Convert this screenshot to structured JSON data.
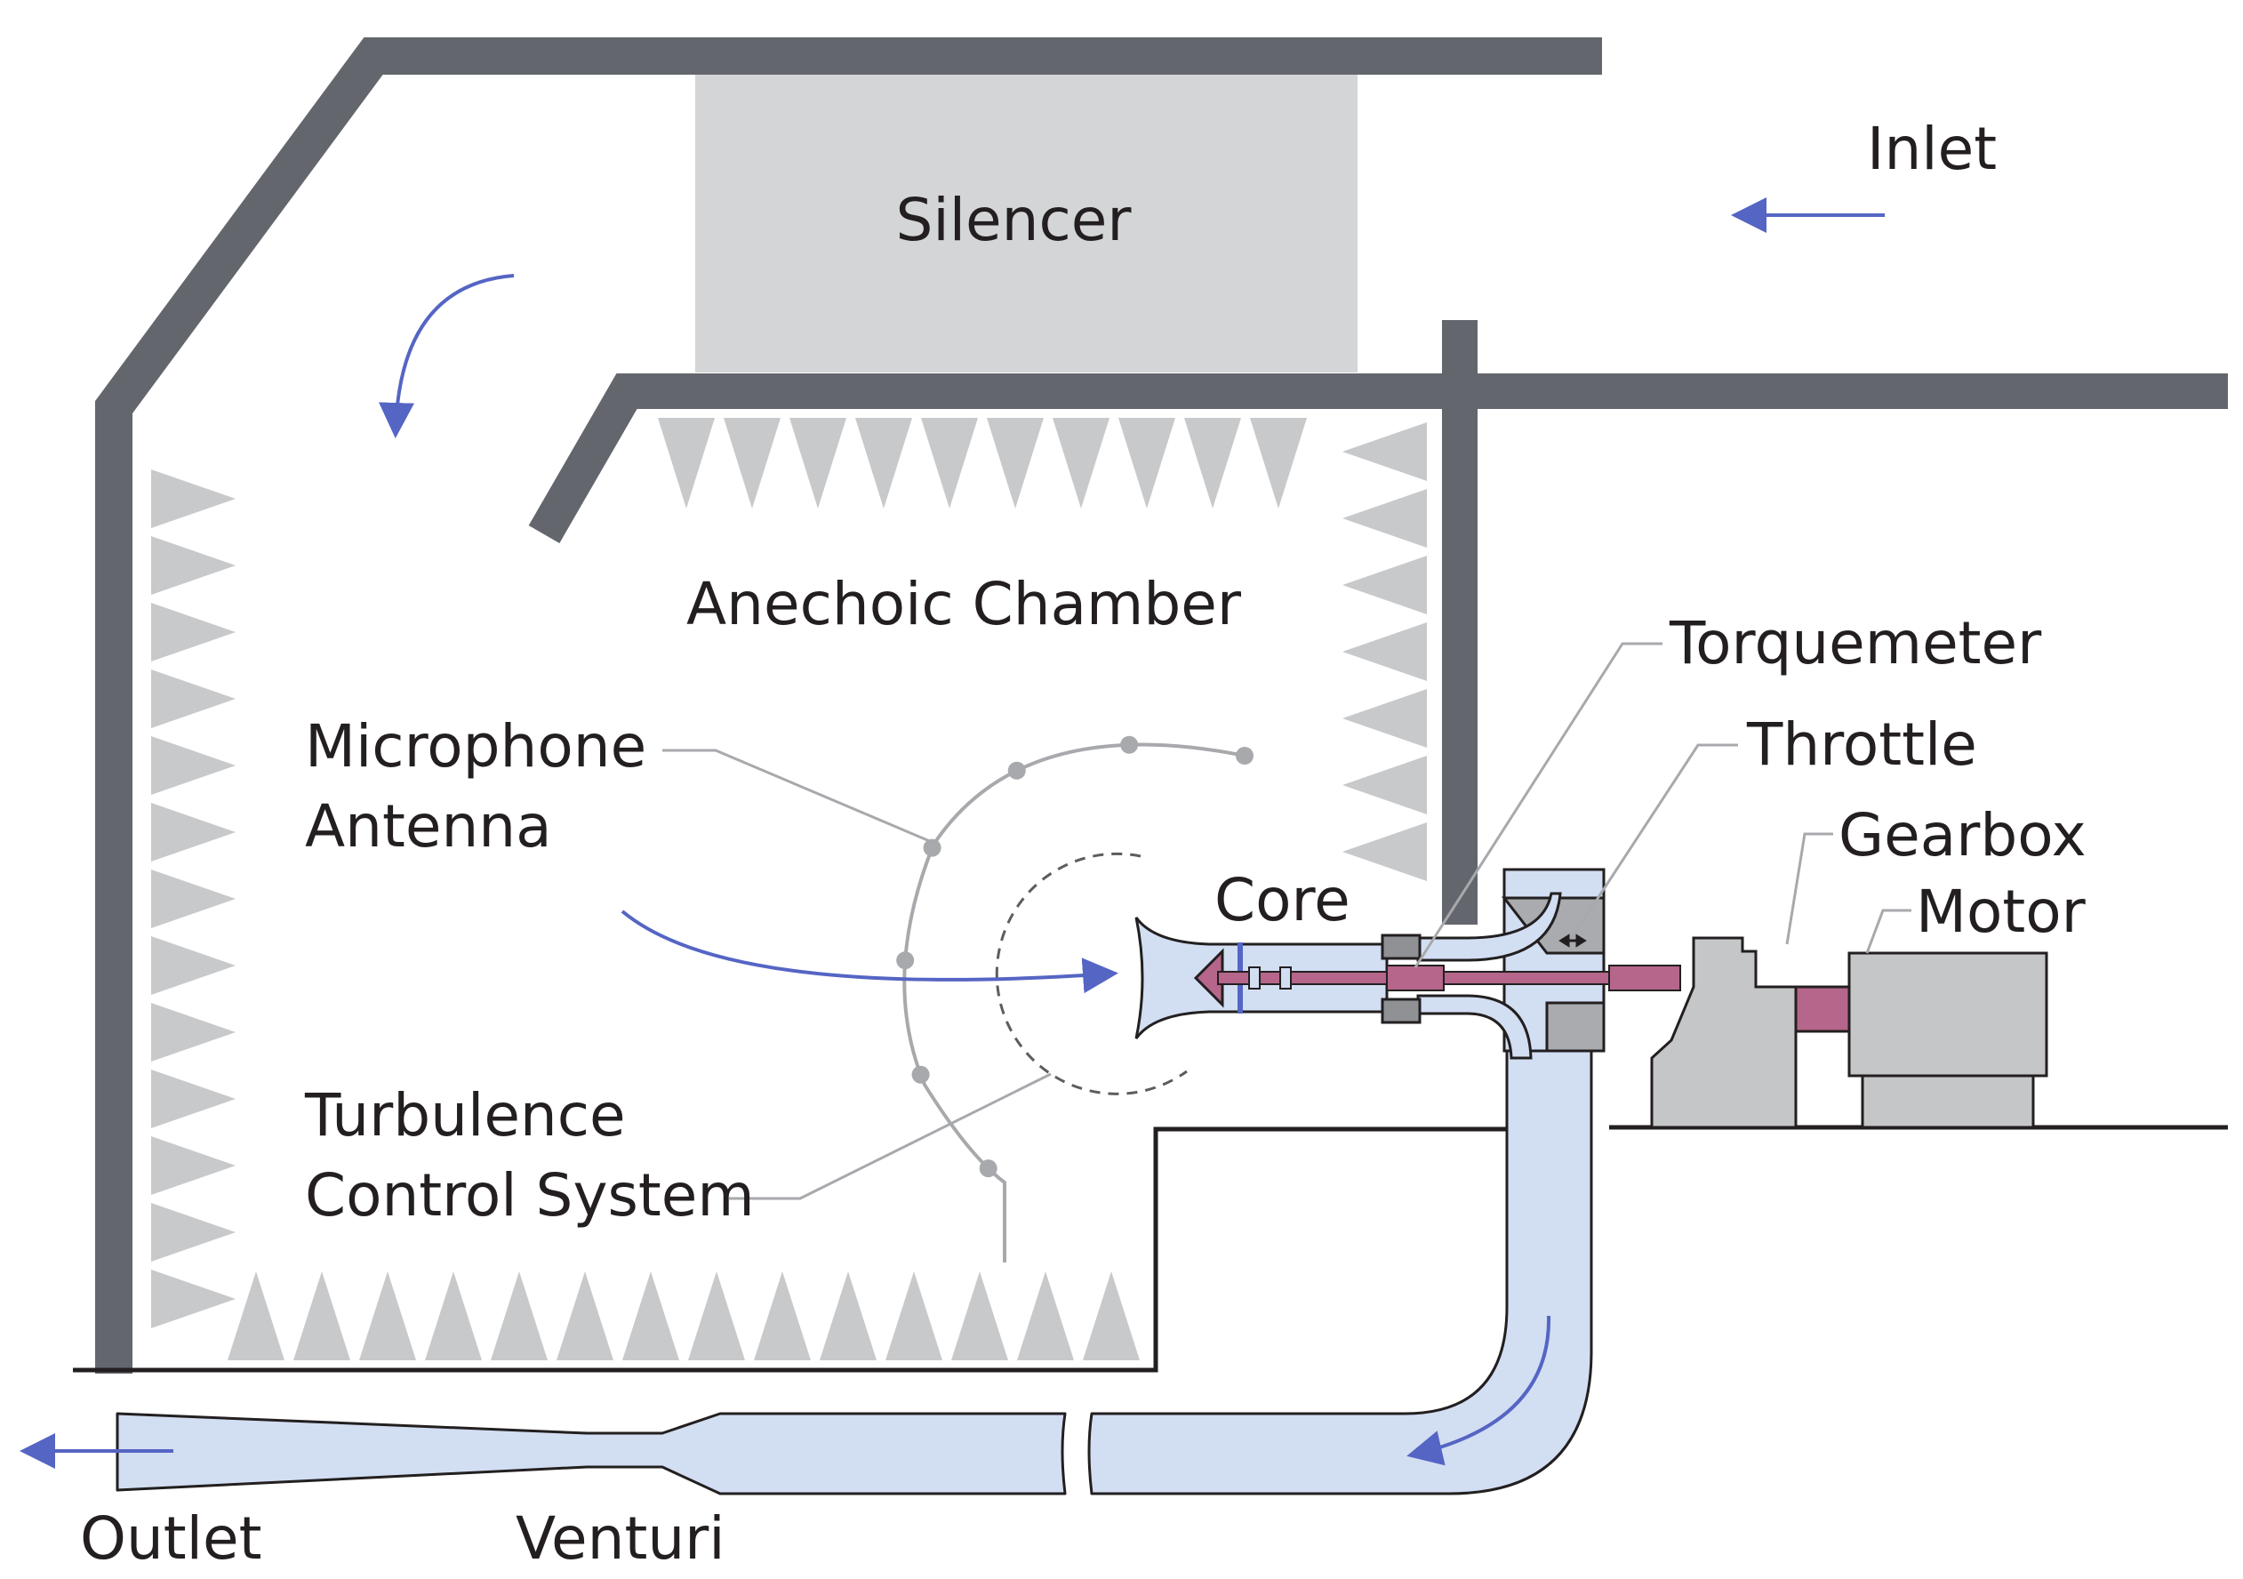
{
  "labels": {
    "silencer": "Silencer",
    "inlet": "Inlet",
    "anechoic_chamber": "Anechoic Chamber",
    "microphone_line1": "Microphone",
    "microphone_line2": "Antenna",
    "turbulence_line1": "Turbulence",
    "turbulence_line2": "Control System",
    "core": "Core",
    "torquemeter": "Torquemeter",
    "throttle": "Throttle",
    "gearbox": "Gearbox",
    "motor": "Motor",
    "outlet": "Outlet",
    "venturi": "Venturi"
  },
  "colors": {
    "wall": "#63666d",
    "acoustic_wedge": "#c8c9cb",
    "silencer_fill": "#d4d5d7",
    "duct_fill": "#d2def2",
    "flow_arrow": "#5565c4",
    "shaft": "#b5668a",
    "machinery": "#c5c6c8",
    "leader_line": "#a7a9ac",
    "text": "#231f20"
  },
  "microphone_count": 7
}
